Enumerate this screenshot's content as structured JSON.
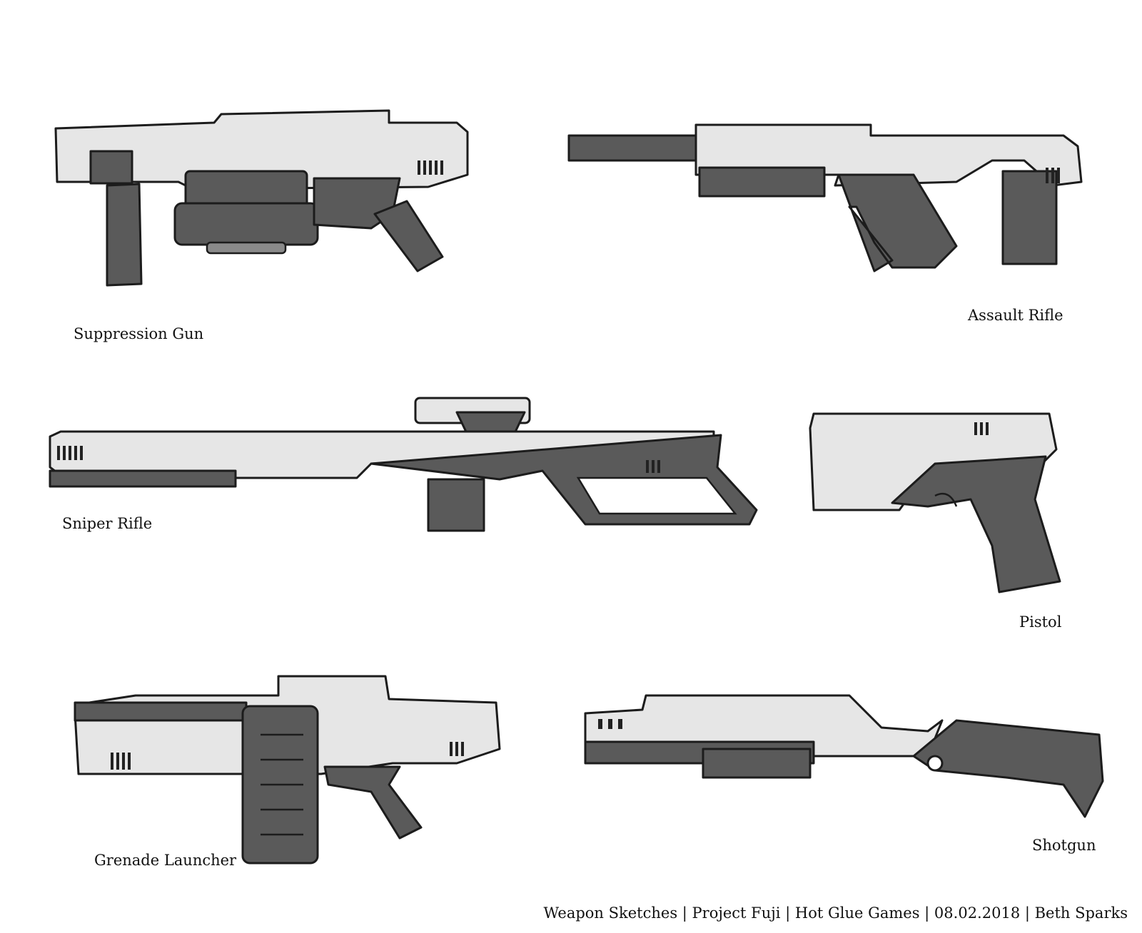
{
  "sketches": [
    {
      "name": "Suppression Gun"
    },
    {
      "name": "Assault Rifle"
    },
    {
      "name": "Sniper Rifle"
    },
    {
      "name": "Pistol"
    },
    {
      "name": "Grenade Launcher"
    },
    {
      "name": "Shotgun"
    }
  ],
  "footer": "Weapon Sketches | Project Fuji | Hot Glue Games | 08.02.2018 | Beth Sparks"
}
